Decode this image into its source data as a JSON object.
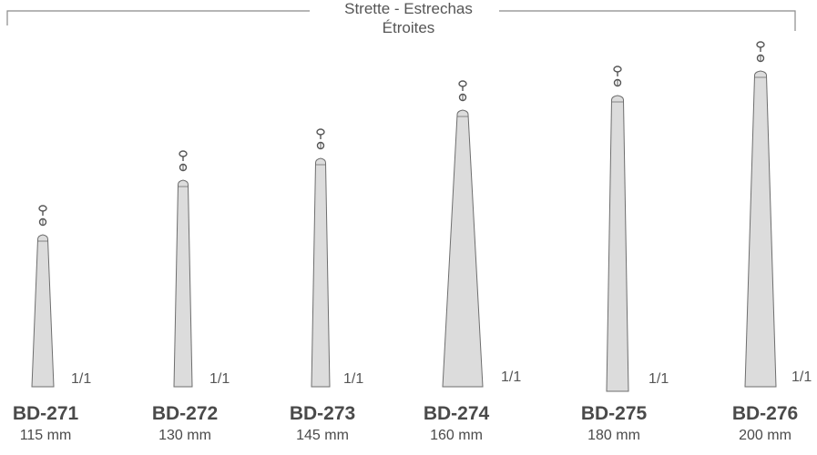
{
  "header": {
    "title_line1": "Strette - Estrechas",
    "title_line2": "Étroites"
  },
  "instruments": [
    {
      "code": "BD-271",
      "length": "115 mm",
      "scale": "1/1"
    },
    {
      "code": "BD-272",
      "length": "130 mm",
      "scale": "1/1"
    },
    {
      "code": "BD-273",
      "length": "145 mm",
      "scale": "1/1"
    },
    {
      "code": "BD-274",
      "length": "160 mm",
      "scale": "1/1"
    },
    {
      "code": "BD-275",
      "length": "180 mm",
      "scale": "1/1"
    },
    {
      "code": "BD-276",
      "length": "200 mm",
      "scale": "1/1"
    }
  ],
  "colors": {
    "handle_fill": "#dcdcdc",
    "outline": "#6e6e6e",
    "bracket": "#8a8a8a"
  }
}
